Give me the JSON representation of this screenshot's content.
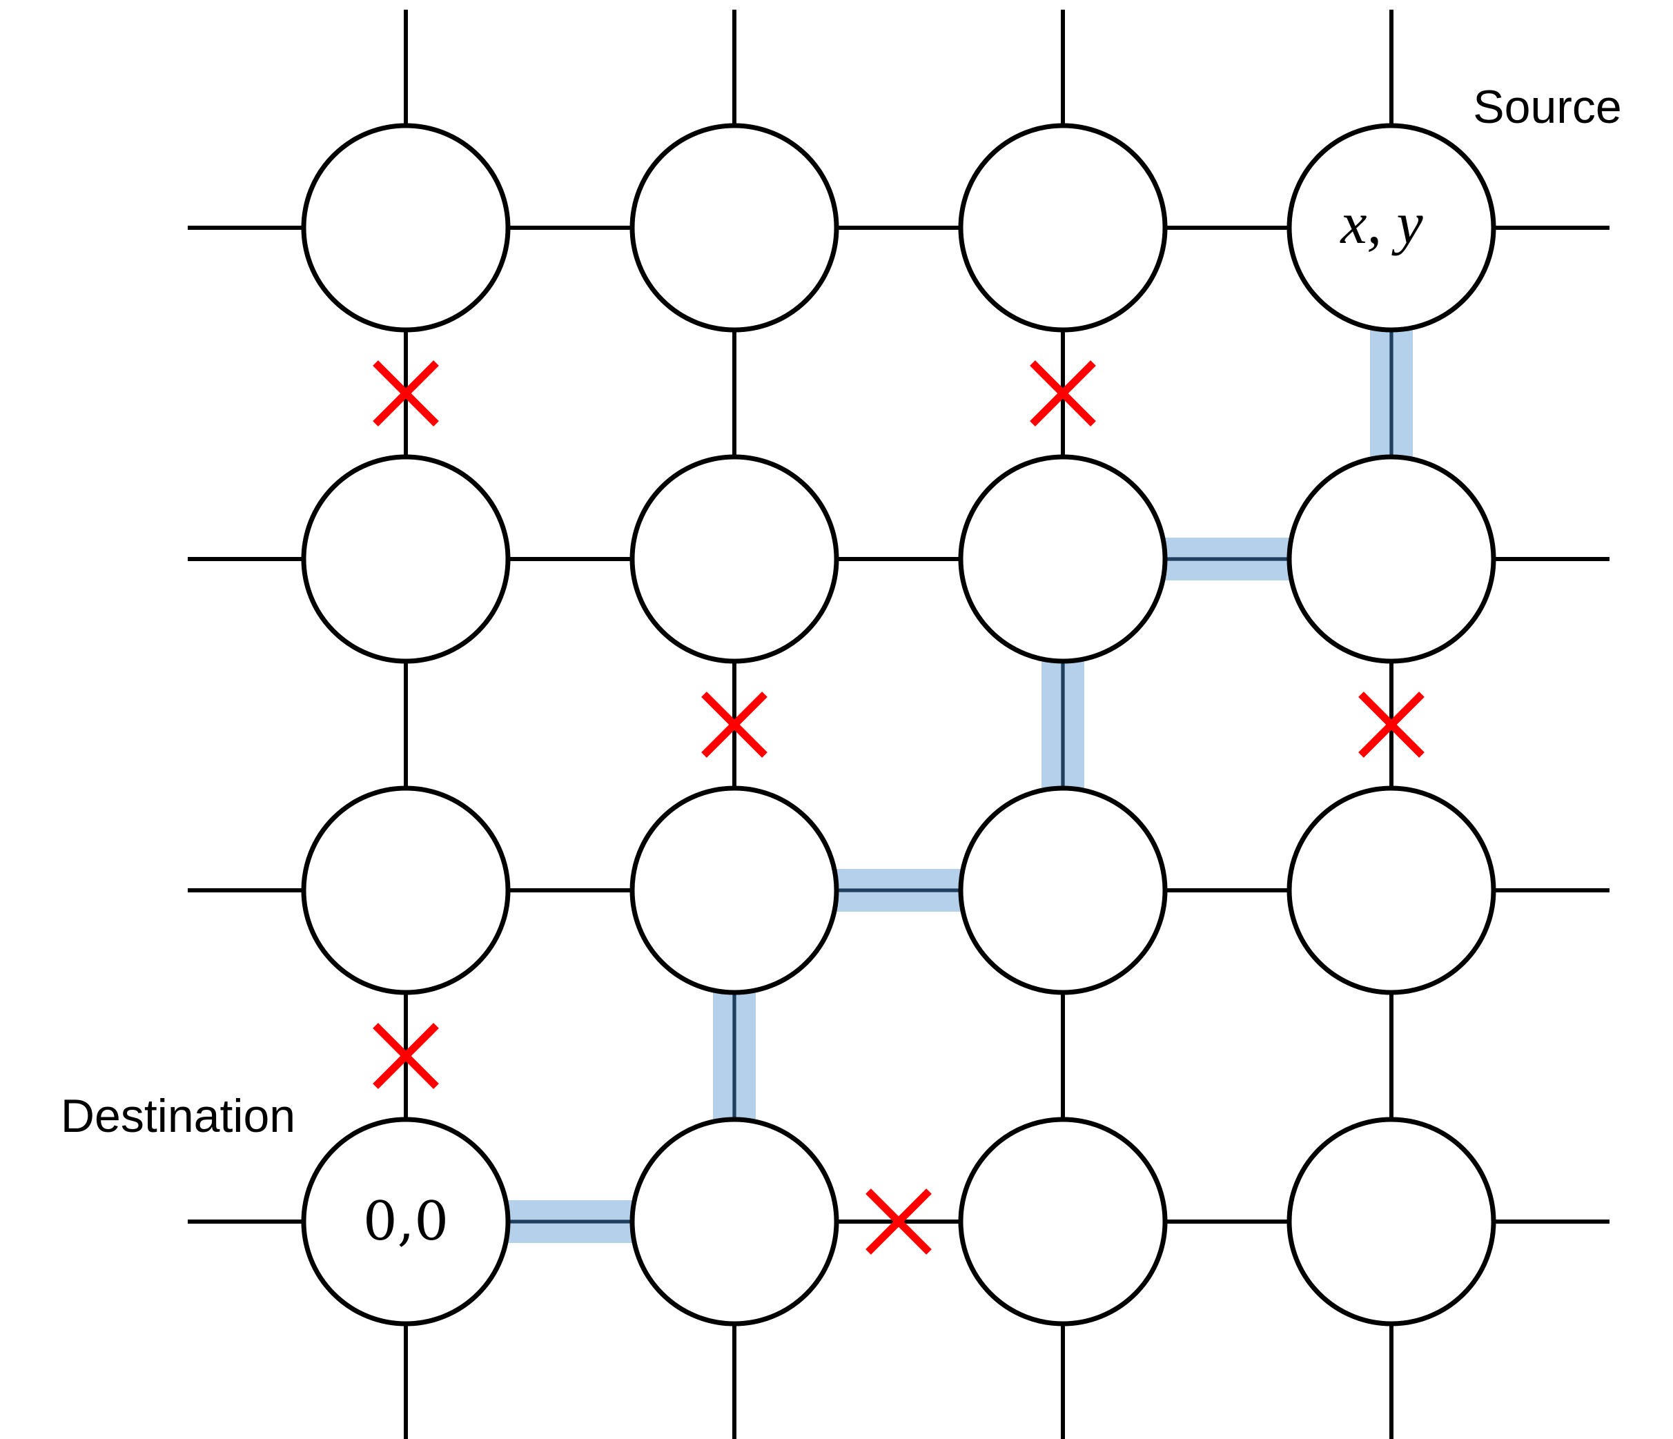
{
  "labels": {
    "source": "Source",
    "destination": "Destination",
    "source_node": "x, y",
    "destination_node": "0,0"
  },
  "grid": {
    "rows": 4,
    "cols": 4
  },
  "route": {
    "from": [
      3,
      3
    ],
    "to": [
      0,
      0
    ],
    "steps": [
      [
        3,
        3
      ],
      [
        3,
        2
      ],
      [
        2,
        2
      ],
      [
        2,
        1
      ],
      [
        1,
        1
      ],
      [
        1,
        0
      ],
      [
        0,
        0
      ]
    ]
  },
  "faulty_links": [
    {
      "between": [
        [
          0,
          3
        ],
        [
          0,
          2
        ]
      ]
    },
    {
      "between": [
        [
          2,
          3
        ],
        [
          2,
          2
        ]
      ]
    },
    {
      "between": [
        [
          1,
          2
        ],
        [
          1,
          1
        ]
      ]
    },
    {
      "between": [
        [
          3,
          2
        ],
        [
          3,
          1
        ]
      ]
    },
    {
      "between": [
        [
          0,
          1
        ],
        [
          0,
          0
        ]
      ]
    },
    {
      "between": [
        [
          1,
          0
        ],
        [
          2,
          0
        ]
      ]
    }
  ],
  "colors": {
    "route": "#a7c8e8",
    "fault": "#ff0000",
    "node_stroke": "#000000"
  }
}
